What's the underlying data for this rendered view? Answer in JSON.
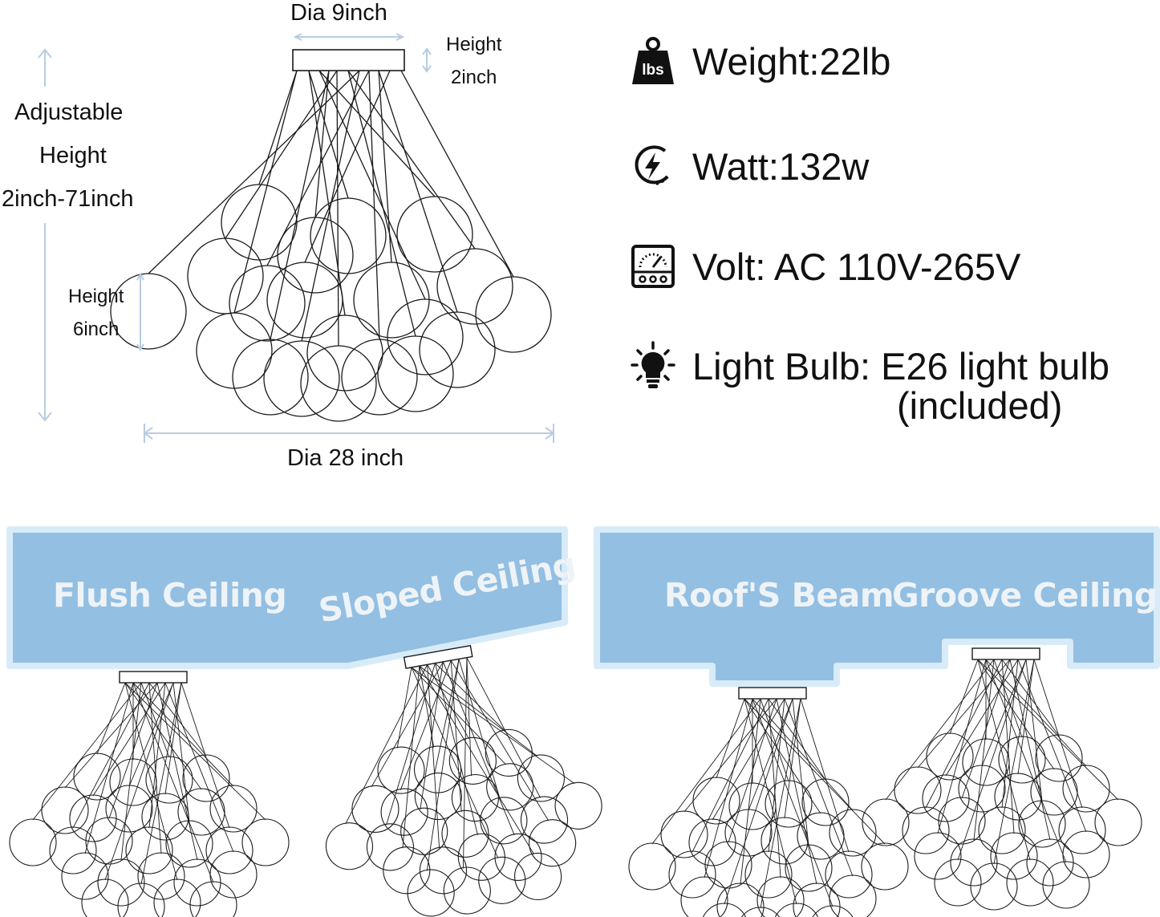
{
  "dimensions": {
    "top_diameter": "Dia 9inch",
    "canopy_height_label": "Height",
    "canopy_height_value": "2inch",
    "adjustable_line1": "Adjustable",
    "adjustable_line2": "Height",
    "adjustable_line3": "2inch-71inch",
    "globe_height_label": "Height",
    "globe_height_value": "6inch",
    "bottom_diameter": "Dia 28 inch"
  },
  "specs": [
    {
      "icon": "weight-icon",
      "icon_text": "lbs",
      "text": "Weight:22lb"
    },
    {
      "icon": "lightning-icon",
      "text": "Watt:132w"
    },
    {
      "icon": "voltmeter-icon",
      "text": "Volt: AC 110V-265V"
    },
    {
      "icon": "light-bulb-icon",
      "text": "Light Bulb: E26 light bulb",
      "sub": "(included)"
    }
  ],
  "ceilings": {
    "flush": "Flush Ceiling",
    "sloped": "Sloped Ceiling",
    "beam": "Roof'S Beam",
    "groove": "Groove Ceiling"
  },
  "colors": {
    "ceiling_fill": "#93bfe2",
    "ceiling_edge": "#d8ebf8",
    "dimension_line": "#b7cde2",
    "line": "#1a1a1a"
  }
}
